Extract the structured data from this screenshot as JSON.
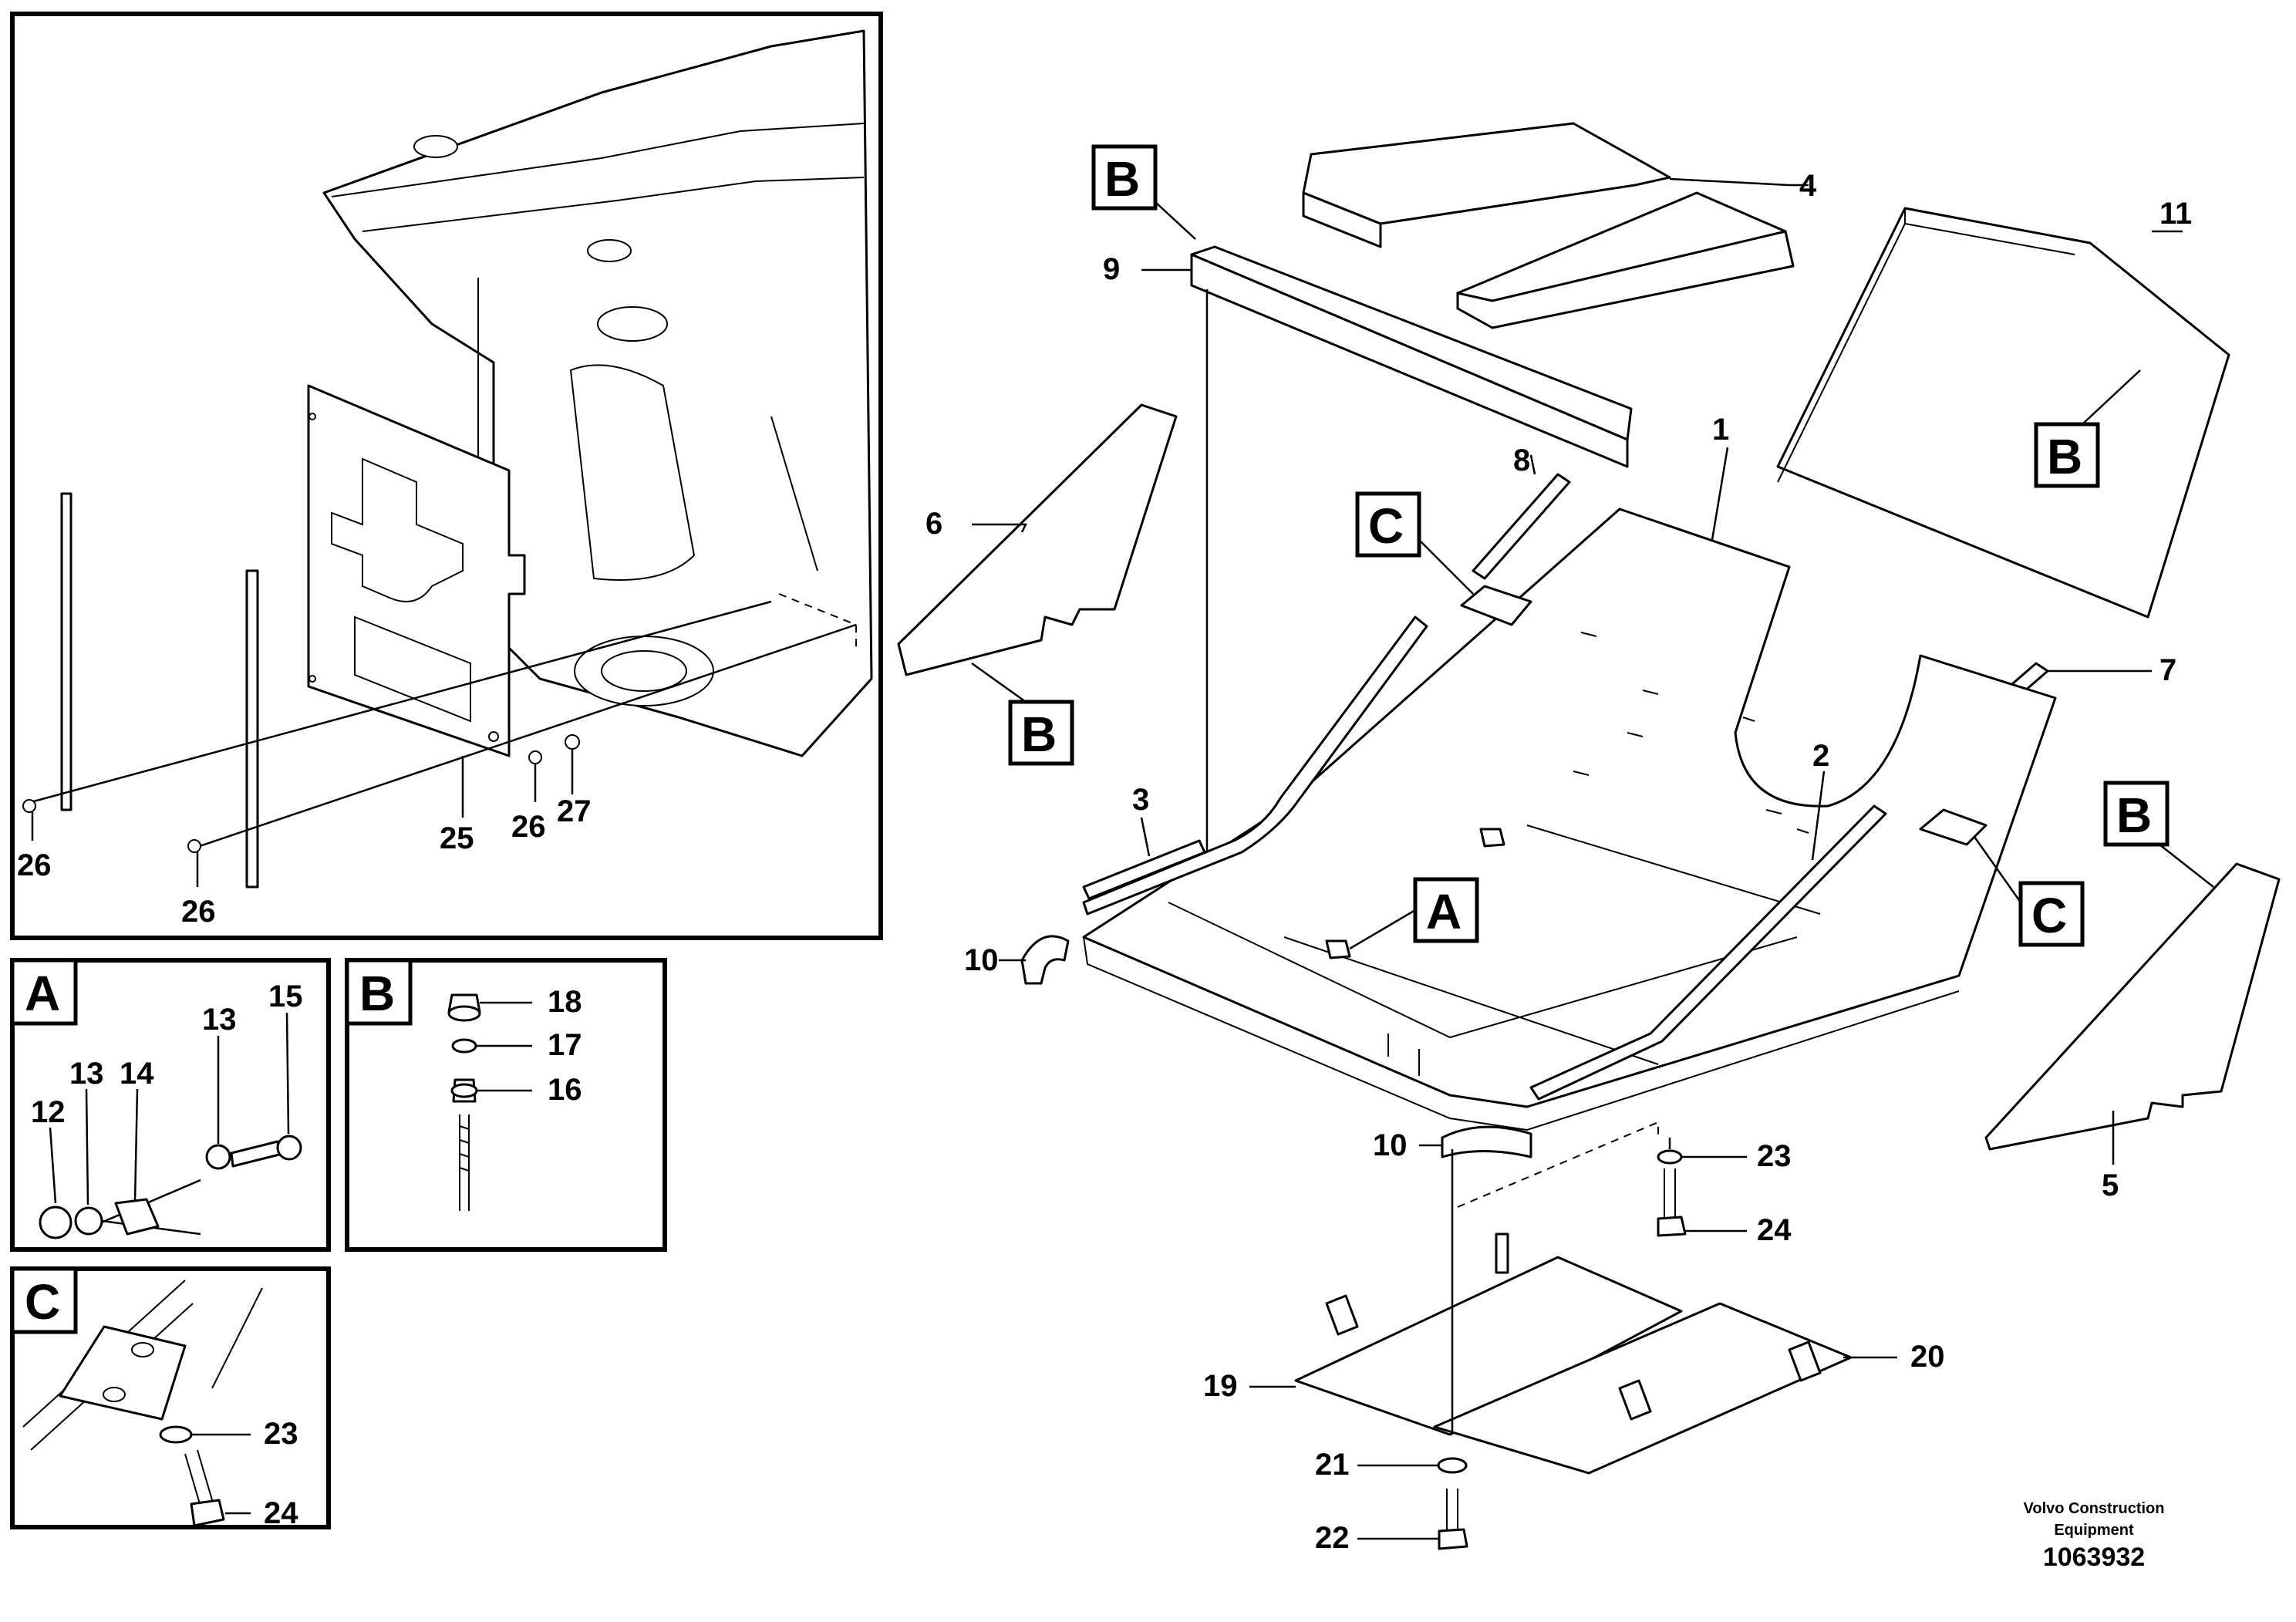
{
  "diagram": {
    "callout_letters": {
      "a": "A",
      "b": "B",
      "c": "C"
    },
    "part_numbers": {
      "p1": "1",
      "p2": "2",
      "p3": "3",
      "p4": "4",
      "p5": "5",
      "p6": "6",
      "p7": "7",
      "p8": "8",
      "p9": "9",
      "p10": "10",
      "p11": "11",
      "p12": "12",
      "p13": "13",
      "p14": "14",
      "p15": "15",
      "p16": "16",
      "p17": "17",
      "p18": "18",
      "p19": "19",
      "p20": "20",
      "p21": "21",
      "p22": "22",
      "p23": "23",
      "p24": "24",
      "p25": "25",
      "p26": "26",
      "p27": "27"
    },
    "footer": {
      "company_line1": "Volvo Construction",
      "company_line2": "Equipment",
      "catalog_number": "1063932"
    }
  }
}
